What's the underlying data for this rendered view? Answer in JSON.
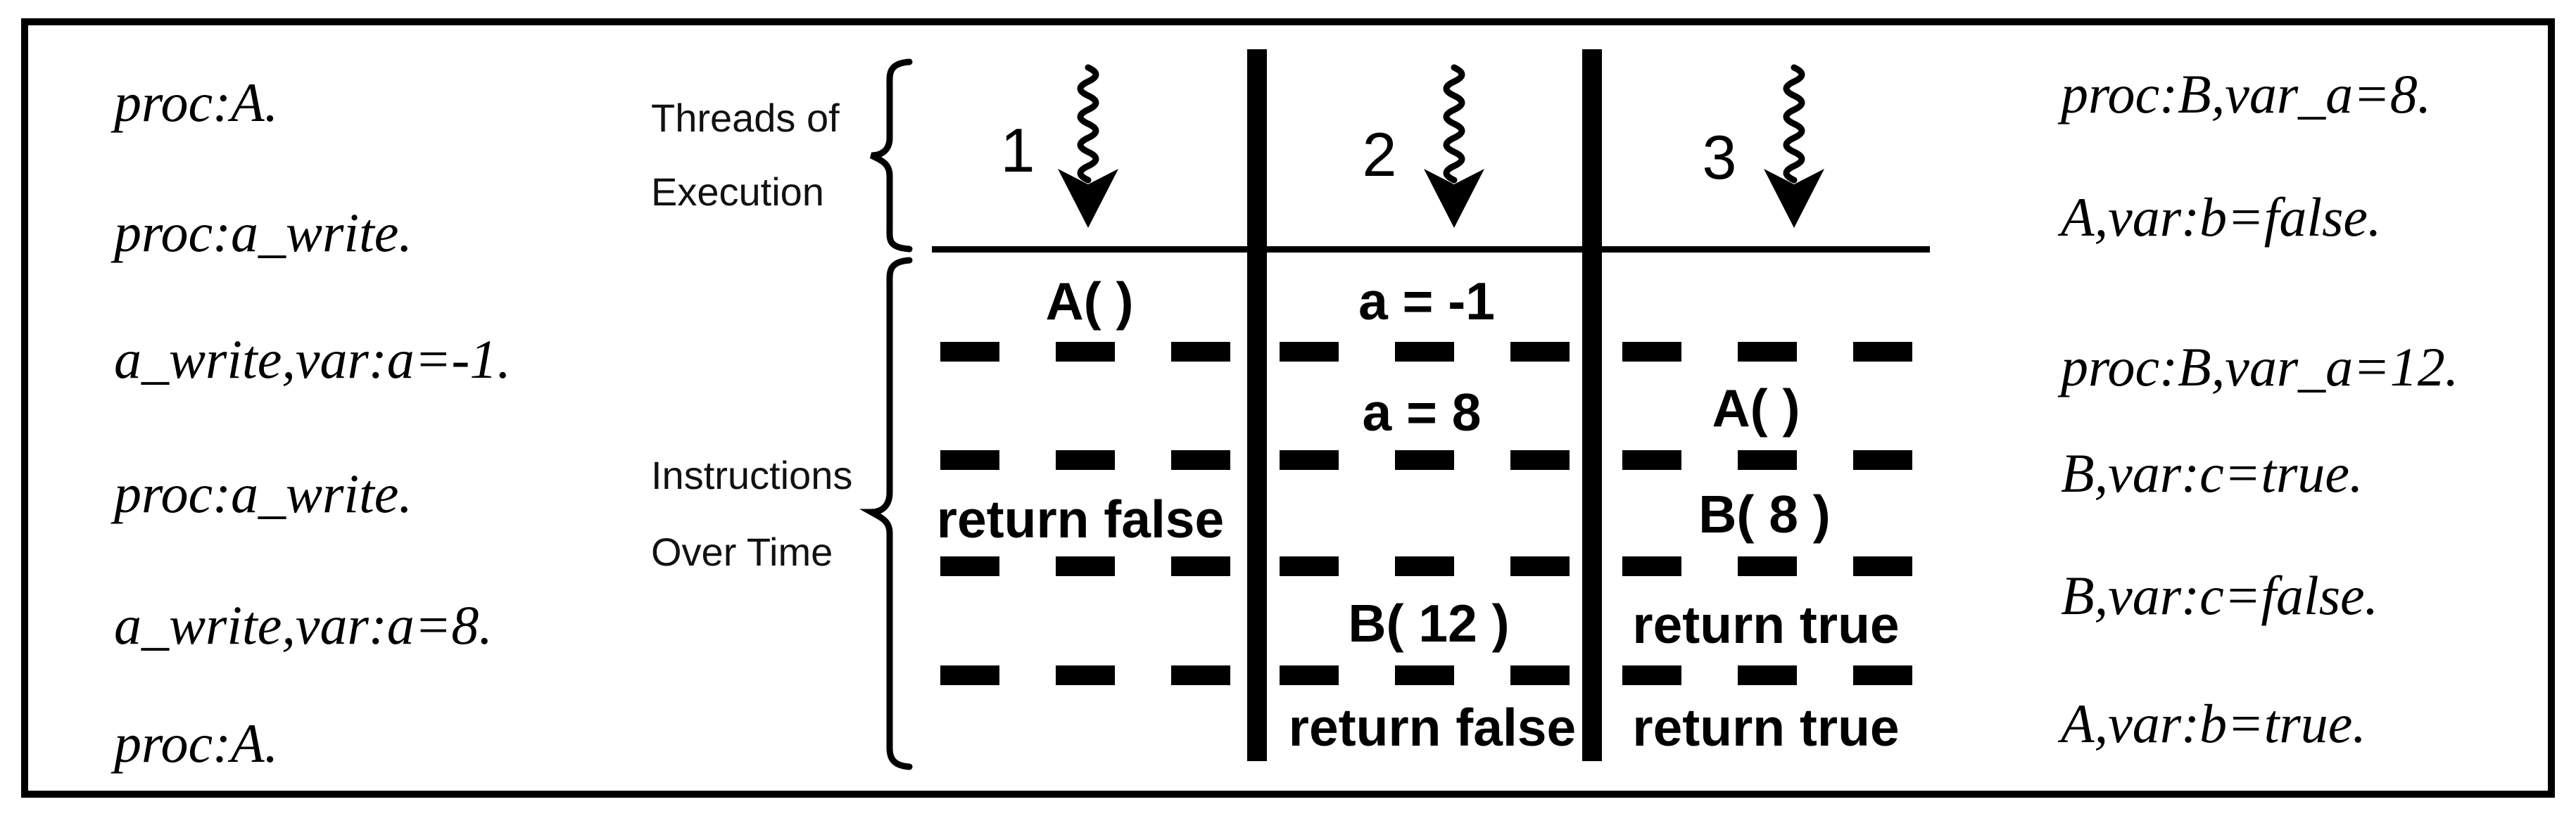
{
  "colors": {
    "ink": "#000000",
    "background": "#ffffff"
  },
  "left_column": {
    "lines": [
      "proc:A.",
      "proc:a_write.",
      "a_write,var:a=-1.",
      "proc:a_write.",
      "a_write,var:a=8.",
      "proc:A."
    ]
  },
  "right_column": {
    "lines": [
      "proc:B,var_a=8.",
      "A,var:b=false.",
      "proc:B,var_a=12.",
      "B,var:c=true.",
      "B,var:c=false.",
      "A,var:b=true."
    ]
  },
  "labels": {
    "threads_line1": "Threads of",
    "threads_line2": "Execution",
    "instructions_line1": "Instructions",
    "instructions_line2": "Over Time"
  },
  "threads": [
    {
      "number": "1"
    },
    {
      "number": "2"
    },
    {
      "number": "3"
    }
  ],
  "grid": {
    "rows": [
      {
        "cells": [
          "A( )",
          "a = -1",
          ""
        ]
      },
      {
        "cells": [
          "",
          "a = 8",
          "A( )"
        ]
      },
      {
        "cells": [
          "return false",
          "",
          "B( 8 )"
        ]
      },
      {
        "cells": [
          "",
          "B( 12 )",
          "return true"
        ]
      },
      {
        "cells": [
          "",
          "return false",
          "return true"
        ]
      }
    ]
  },
  "icons": {
    "thread_arrow": "squiggly-down-arrow",
    "brace": "curly-brace"
  }
}
